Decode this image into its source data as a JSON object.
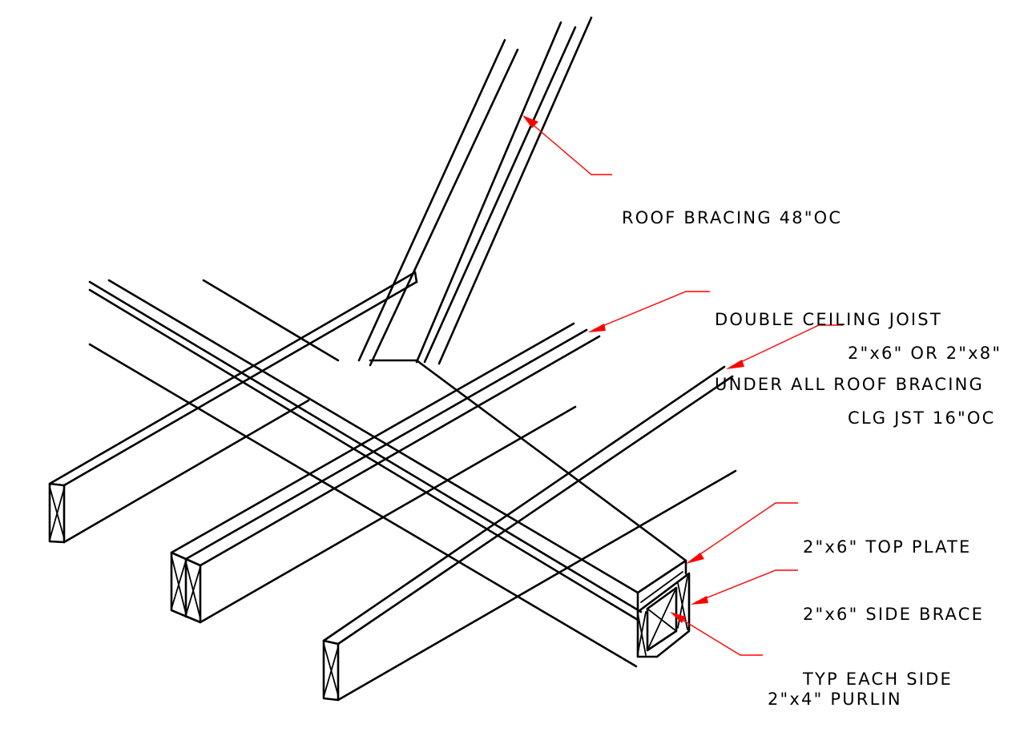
{
  "labels": {
    "roof_bracing": "ROOF BRACING 48\"OC",
    "double_joist_line1": "DOUBLE CEILING JOIST",
    "double_joist_line2": "UNDER ALL ROOF BRACING",
    "ceiling_joist_line1": "2\"x6\" OR 2\"x8\"",
    "ceiling_joist_line2": "CLG JST 16\"OC",
    "top_plate": "2\"x6\" TOP PLATE",
    "side_brace_line1": "2\"x6\" SIDE BRACE",
    "side_brace_line2": "TYP EACH SIDE",
    "purlin": "2\"x4\" PURLIN"
  },
  "colors": {
    "linework": "#000000",
    "leader": "#ff0000",
    "background": "#ffffff"
  }
}
